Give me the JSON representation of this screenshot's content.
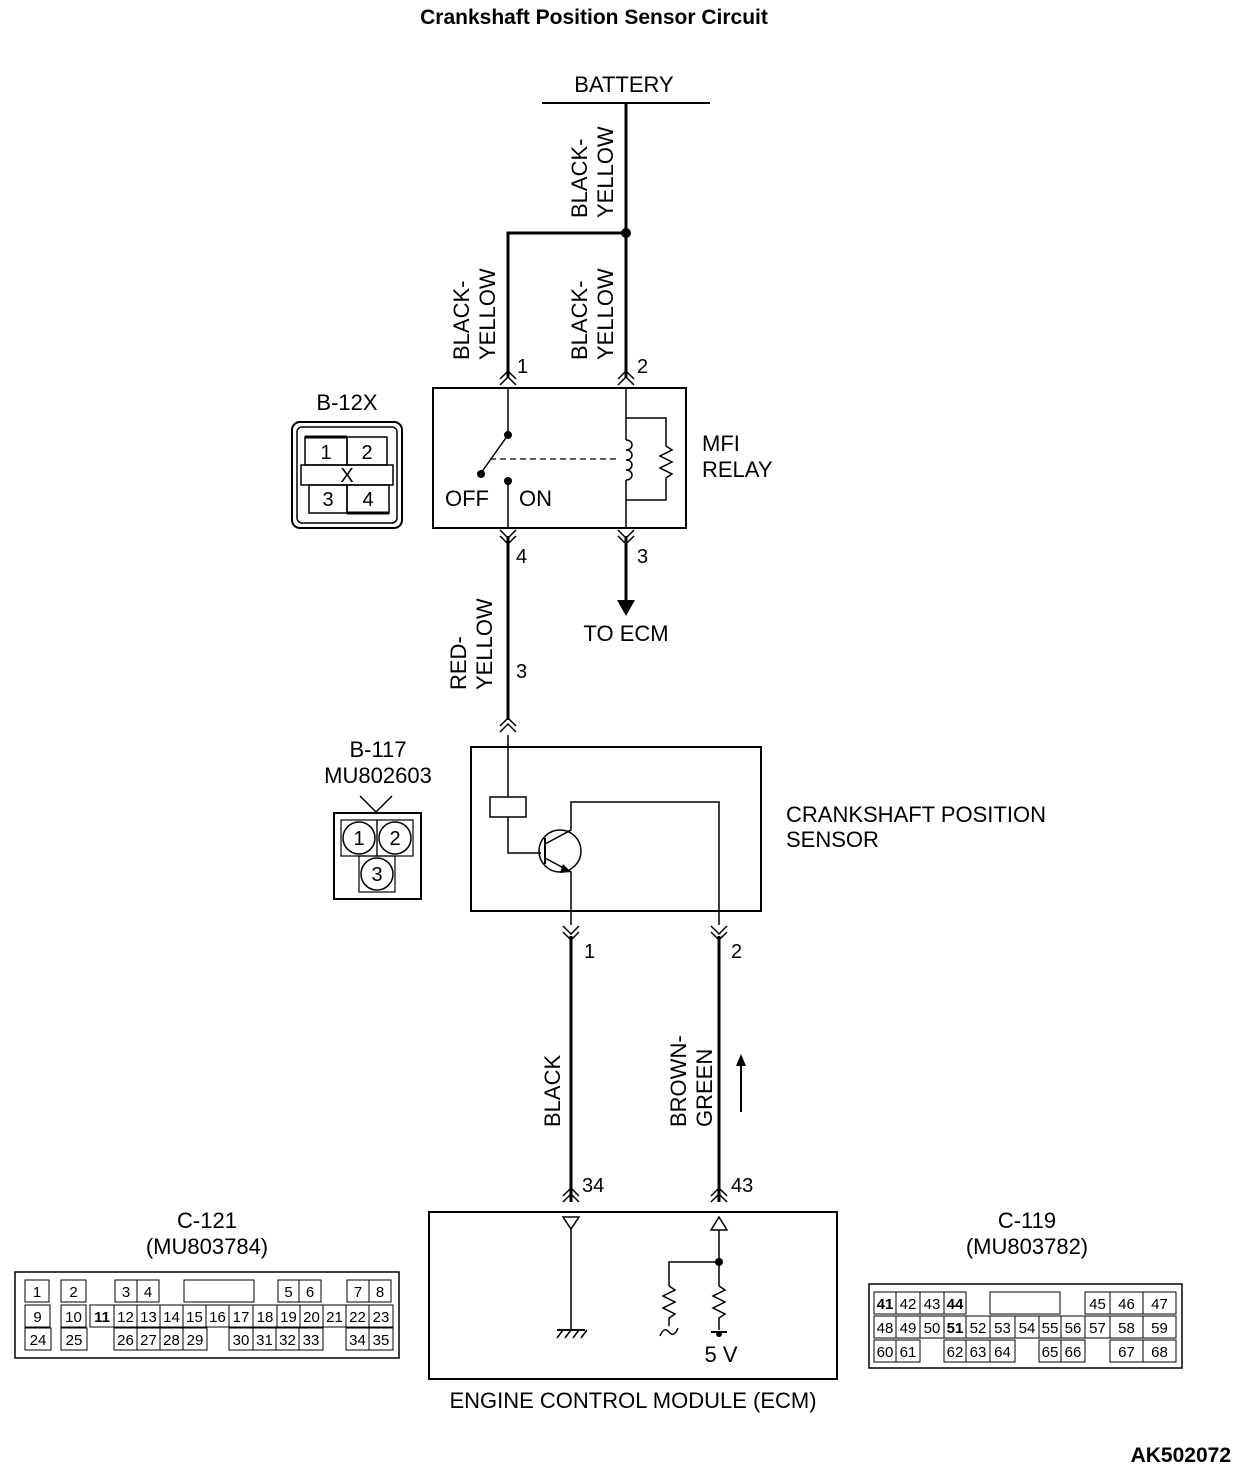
{
  "title": "Crankshaft Position Sensor Circuit",
  "battery": "BATTERY",
  "wires": {
    "battery_feed": [
      "BLACK-",
      "YELLOW"
    ],
    "relay_pin1": [
      "BLACK-",
      "YELLOW"
    ],
    "relay_pin2": [
      "BLACK-",
      "YELLOW"
    ],
    "relay_to_sensor": [
      "RED-",
      "YELLOW"
    ],
    "sensor_to_ecm_1": "BLACK",
    "sensor_to_ecm_2": [
      "BROWN-",
      "GREEN"
    ]
  },
  "relay": {
    "label_line1": "MFI",
    "label_line2": "RELAY",
    "off": "OFF",
    "on": "ON",
    "pins": {
      "p1": "1",
      "p2": "2",
      "p3": "3",
      "p4": "4"
    },
    "to_ecm": "TO ECM"
  },
  "connector_b12x": {
    "name": "B-12X",
    "cells": [
      "1",
      "2",
      "3",
      "4"
    ],
    "mark": "X"
  },
  "connector_b117": {
    "name": "B-117",
    "part": "MU802603",
    "cells": [
      "1",
      "2",
      "3"
    ]
  },
  "sensor": {
    "label_line1": "CRANKSHAFT POSITION",
    "label_line2": "SENSOR",
    "pin_in": "3",
    "pin1": "1",
    "pin2": "2"
  },
  "ecm": {
    "label": "ENGINE CONTROL MODULE (ECM)",
    "pin34": "34",
    "pin43": "43",
    "voltage": "5 V"
  },
  "connector_c121": {
    "name": "C-121",
    "part": "(MU803784)",
    "row1": [
      "1",
      "2",
      "3",
      "4",
      "5",
      "6",
      "7",
      "8"
    ],
    "row2": [
      "9",
      "10",
      "11",
      "12",
      "13",
      "14",
      "15",
      "16",
      "17",
      "18",
      "19",
      "20",
      "21",
      "22",
      "23"
    ],
    "row3": [
      "24",
      "25",
      "26",
      "27",
      "28",
      "29",
      "30",
      "31",
      "32",
      "33",
      "34",
      "35"
    ]
  },
  "connector_c119": {
    "name": "C-119",
    "part": "(MU803782)",
    "row1": [
      "41",
      "42",
      "43",
      "44",
      "45",
      "46",
      "47"
    ],
    "row2": [
      "48",
      "49",
      "50",
      "51",
      "52",
      "53",
      "54",
      "55",
      "56",
      "57",
      "58",
      "59"
    ],
    "row3": [
      "60",
      "61",
      "62",
      "63",
      "64",
      "65",
      "66",
      "67",
      "68"
    ]
  },
  "figure_id": "AK502072"
}
